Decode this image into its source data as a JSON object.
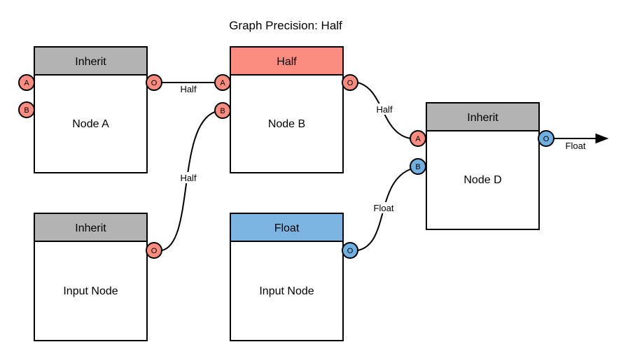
{
  "title": "Graph Precision: Half",
  "colors": {
    "half_red": "#FA8C80",
    "float_blue": "#6FB0E0",
    "inherit_gray": "#B3B3B3",
    "stroke": "#000000",
    "background": "#FFFFFF"
  },
  "nodes": {
    "node_a": {
      "header": "Inherit",
      "label": "Node A",
      "ports": {
        "a": "A",
        "b": "B",
        "o": "O"
      }
    },
    "node_b": {
      "header": "Half",
      "label": "Node B",
      "ports": {
        "a": "A",
        "b": "B",
        "o": "O"
      }
    },
    "node_d": {
      "header": "Inherit",
      "label": "Node D",
      "ports": {
        "a": "A",
        "b": "B",
        "o": "O"
      }
    },
    "input_node_left": {
      "header": "Inherit",
      "label": "Input Node",
      "ports": {
        "o": "O"
      }
    },
    "input_node_float": {
      "header": "Float",
      "label": "Input Node",
      "ports": {
        "o": "O"
      }
    }
  },
  "edges": {
    "node_a_to_node_b": {
      "label": "Half"
    },
    "input_left_to_node_b": {
      "label": "Half"
    },
    "node_b_to_node_d": {
      "label": "Half"
    },
    "input_float_to_node_d": {
      "label": "Float"
    },
    "node_d_output": {
      "label": "Float"
    }
  }
}
